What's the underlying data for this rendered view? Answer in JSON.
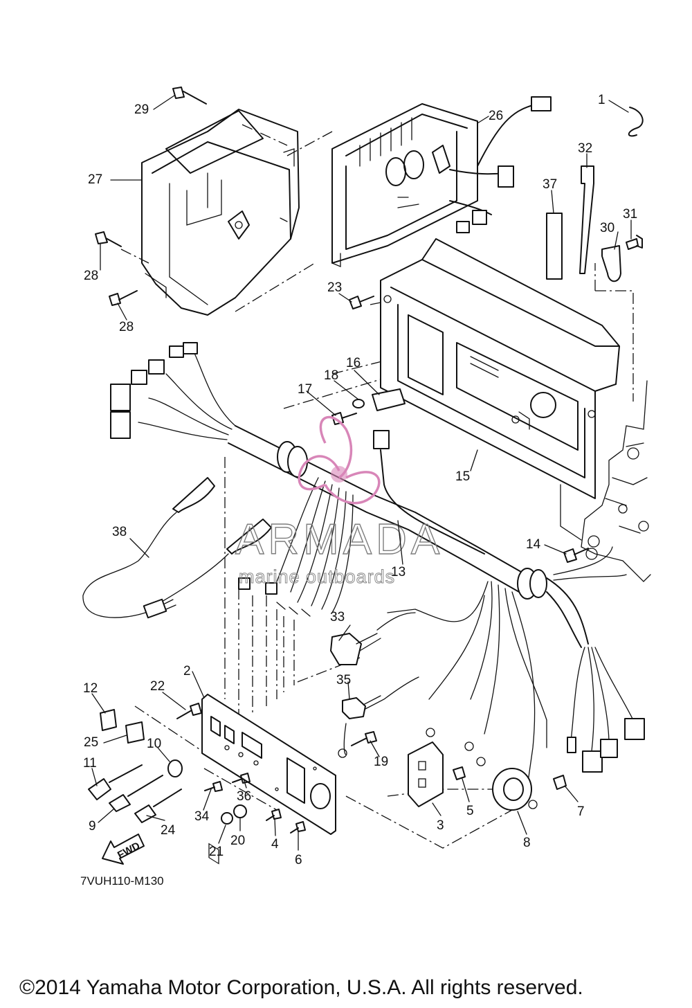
{
  "drawing_code": "7VUH110-M130",
  "copyright": "©2014 Yamaha Motor Corporation, U.S.A. All rights reserved.",
  "watermark": {
    "brand": "ARMADA",
    "tagline": "marine outboards",
    "color_main": "#7d7d7d",
    "color_logo": "#d886b8"
  },
  "fwd_label": "FWD",
  "callouts": [
    "1",
    "2",
    "3",
    "4",
    "5",
    "6",
    "7",
    "8",
    "9",
    "10",
    "11",
    "12",
    "13",
    "14",
    "15",
    "16",
    "17",
    "18",
    "19",
    "20",
    "21",
    "22",
    "23",
    "24",
    "25",
    "26",
    "27",
    "28",
    "28",
    "29",
    "30",
    "31",
    "32",
    "33",
    "34",
    "35",
    "36",
    "37",
    "38"
  ]
}
